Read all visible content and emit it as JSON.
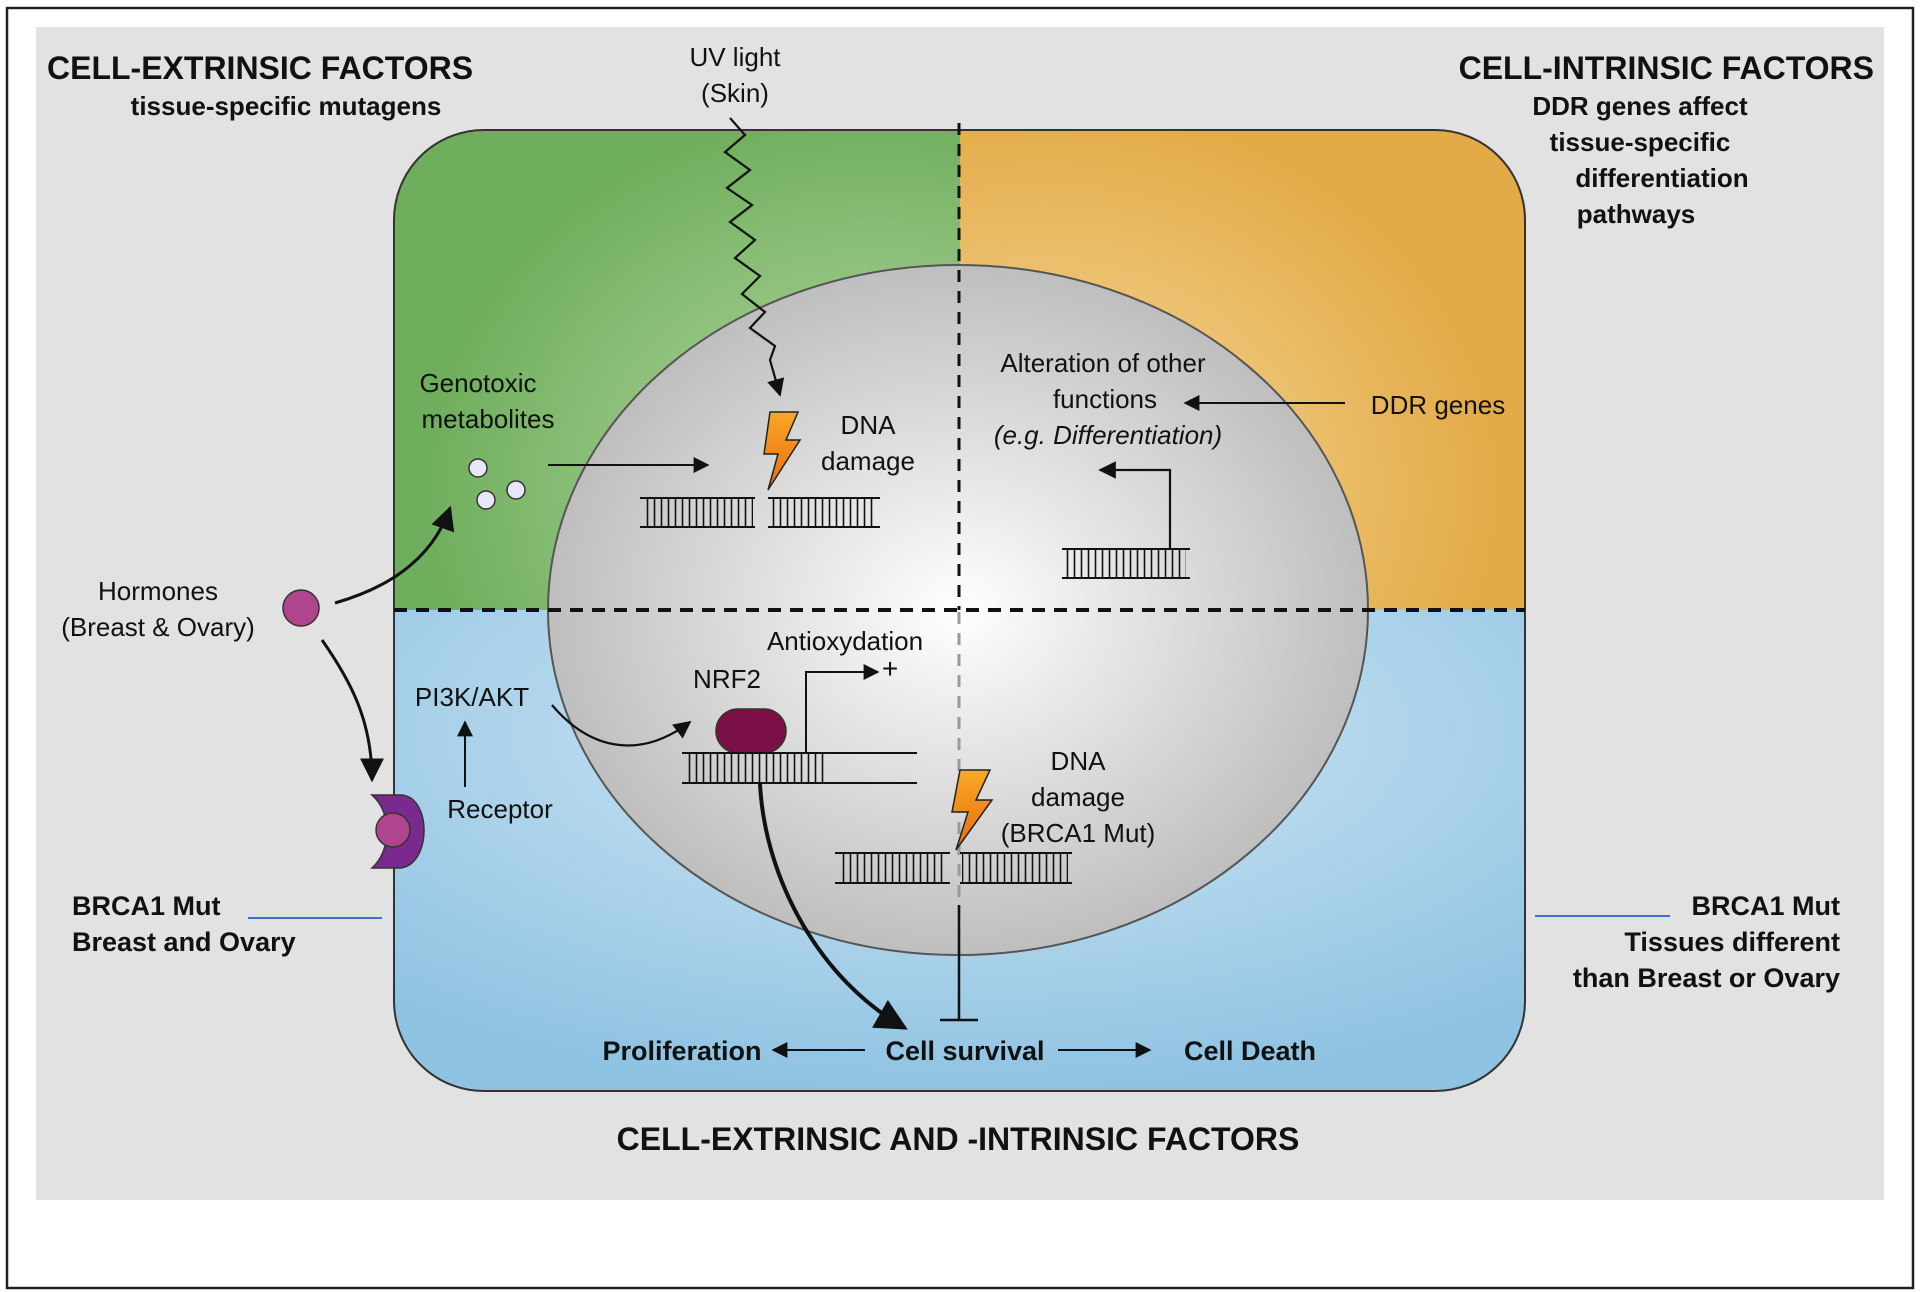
{
  "corner_labels": {
    "extrinsic_title": "CELL-EXTRINSIC FACTORS",
    "extrinsic_subtitle": "tissue-specific mutagens",
    "intrinsic_title": "CELL-INTRINSIC FACTORS",
    "intrinsic_subtitle_lines": [
      "DDR genes affect",
      "tissue-specific",
      "differentiation",
      "pathways"
    ],
    "bottom_title": "CELL-EXTRINSIC AND -INTRINSIC FACTORS"
  },
  "inputs": {
    "uv_line1": "UV light",
    "uv_line2": "(Skin)",
    "genotoxic_line1": "Genotoxic",
    "genotoxic_line2": "metabolites",
    "hormones_line1": "Hormones",
    "hormones_line2": "(Breast & Ovary)",
    "pi3k": "PI3K/AKT",
    "receptor": "Receptor"
  },
  "nucleus": {
    "dna_damage_line1": "DNA",
    "dna_damage_line2": "damage",
    "alteration_line1": "Alteration of other",
    "alteration_line2": "functions",
    "alteration_line3": "(e.g. Differentiation)",
    "ddr_genes": "DDR genes",
    "antioxydation": "Antioxydation",
    "plus_sign": "+",
    "nrf2": "NRF2",
    "brca_damage_line1": "DNA",
    "brca_damage_line2": "damage",
    "brca_damage_line3": "(BRCA1 Mut)"
  },
  "outcomes": {
    "proliferation": "Proliferation",
    "cell_survival": "Cell survival",
    "cell_death": "Cell Death"
  },
  "side_labels": {
    "left_line1": "BRCA1 Mut",
    "left_line2": "Breast and Ovary",
    "right_line1": "BRCA1 Mut",
    "right_line2": "Tissues different",
    "right_line3": "than Breast or Ovary"
  },
  "colors": {
    "extrinsic_green": "#7cb86a",
    "intrinsic_orange": "#e8b455",
    "bottom_blue": "#9ccbe6",
    "background_grey": "#e2e2e2",
    "nucleus_grey": "#cfcfcf",
    "hormone_magenta": "#b0458f",
    "nrf2_maroon": "#7a1045",
    "receptor_purple": "#7a2a8c",
    "bolt_orange": "#f08a1c"
  }
}
